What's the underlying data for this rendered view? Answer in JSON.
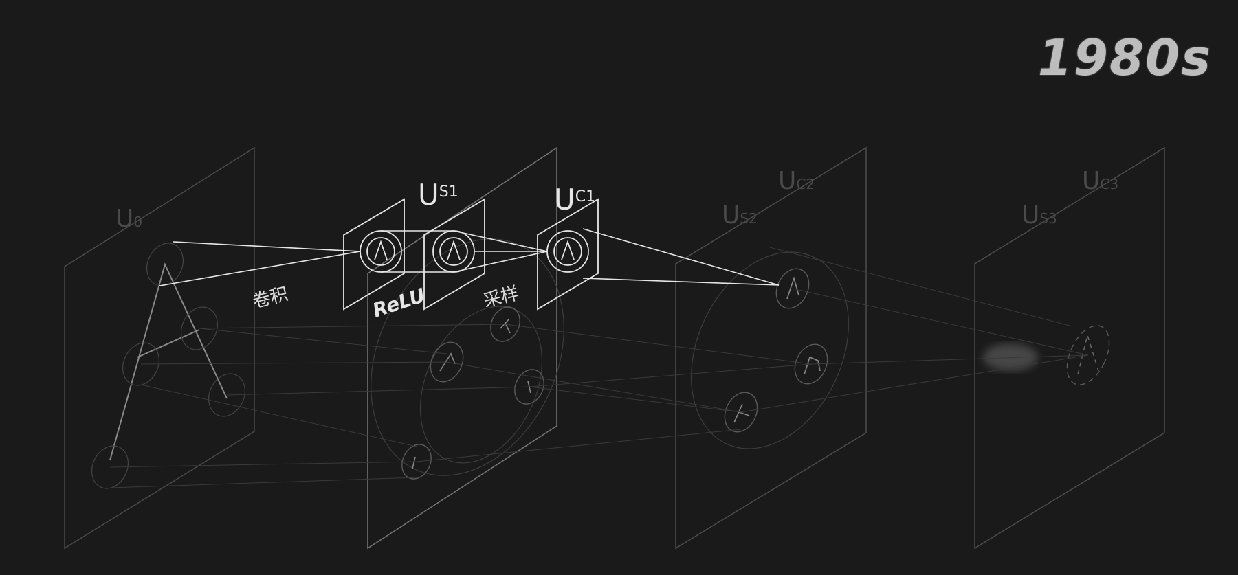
{
  "era_label": "1980s",
  "layers": {
    "u0": "U",
    "u0_sub": "0",
    "us1": "U",
    "us1_sub": "S1",
    "uc1": "U",
    "uc1_sub": "C1",
    "us2": "U",
    "us2_sub": "S2",
    "uc2": "U",
    "uc2_sub": "C2",
    "us3": "U",
    "us3_sub": "S3",
    "uc3": "U",
    "uc3_sub": "C3"
  },
  "operations": {
    "convolution": "卷积",
    "relu": "ReLU",
    "sampling": "采样"
  },
  "colors": {
    "background": "#1a1a1a",
    "bright_line": "#e6e6e6",
    "dim_line": "#5a5a5a",
    "faint_line": "#3c3c3c"
  }
}
